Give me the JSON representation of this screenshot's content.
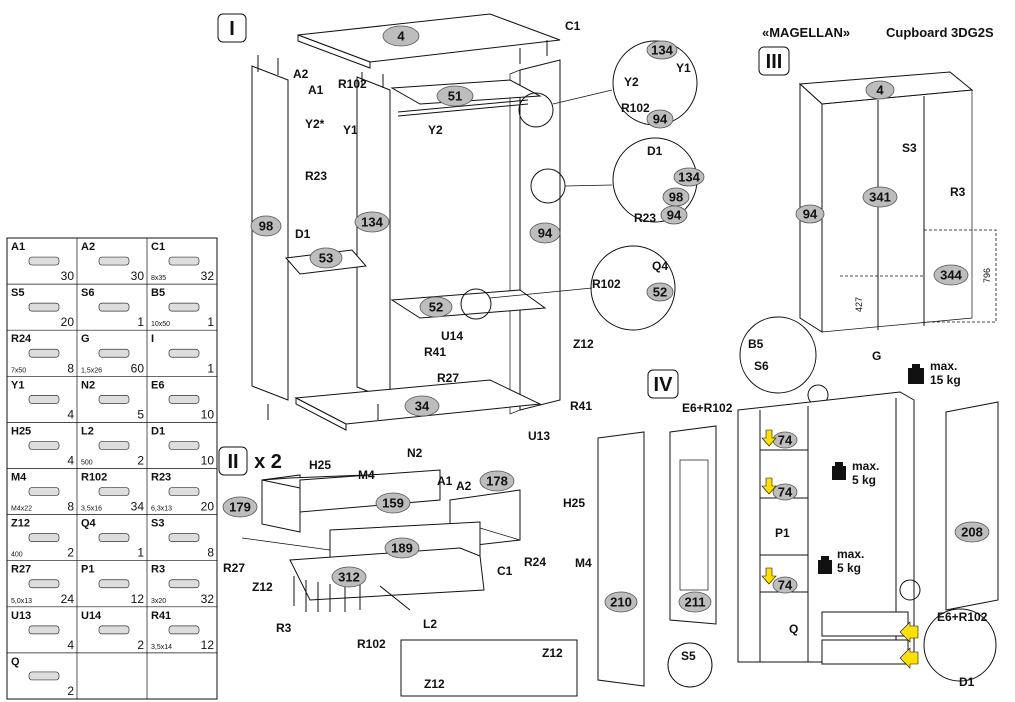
{
  "header": {
    "brand": "«MAGELLAN»",
    "product": "Cupboard 3DG2S"
  },
  "sections": {
    "s1": "I",
    "s2": "II",
    "s2_mult": "x 2",
    "s3": "III",
    "s4": "IV"
  },
  "parts_table": [
    {
      "code": "A1",
      "qty": "30",
      "size": ""
    },
    {
      "code": "A2",
      "qty": "30",
      "size": ""
    },
    {
      "code": "C1",
      "qty": "32",
      "size": "8x35"
    },
    {
      "code": "S5",
      "qty": "20",
      "size": ""
    },
    {
      "code": "S6",
      "qty": "1",
      "size": ""
    },
    {
      "code": "B5",
      "qty": "1",
      "size": "10x50"
    },
    {
      "code": "R24",
      "qty": "8",
      "size": "7x50"
    },
    {
      "code": "G",
      "qty": "60",
      "size": "1,5x26"
    },
    {
      "code": "I",
      "qty": "1",
      "size": ""
    },
    {
      "code": "Y1",
      "qty": "4",
      "size": ""
    },
    {
      "code": "N2",
      "qty": "5",
      "size": ""
    },
    {
      "code": "E6",
      "qty": "10",
      "size": ""
    },
    {
      "code": "H25",
      "qty": "4",
      "size": ""
    },
    {
      "code": "L2",
      "qty": "2",
      "size": "500"
    },
    {
      "code": "D1",
      "qty": "10",
      "size": ""
    },
    {
      "code": "M4",
      "qty": "8",
      "size": "M4x22"
    },
    {
      "code": "R102",
      "qty": "34",
      "size": "3,5x16"
    },
    {
      "code": "R23",
      "qty": "20",
      "size": "6,3x13"
    },
    {
      "code": "Z12",
      "qty": "2",
      "size": "400"
    },
    {
      "code": "Q4",
      "qty": "1",
      "size": ""
    },
    {
      "code": "S3",
      "qty": "8",
      "size": ""
    },
    {
      "code": "R27",
      "qty": "24",
      "size": "5,0x13"
    },
    {
      "code": "P1",
      "qty": "12",
      "size": ""
    },
    {
      "code": "R3",
      "qty": "32",
      "size": "3x20"
    },
    {
      "code": "U13",
      "qty": "4",
      "size": ""
    },
    {
      "code": "U14",
      "qty": "2",
      "size": ""
    },
    {
      "code": "R41",
      "qty": "12",
      "size": "3,5x14"
    },
    {
      "code": "Q",
      "qty": "2",
      "size": ""
    }
  ],
  "panels": {
    "p4": "4",
    "p51": "51",
    "p98": "98",
    "p134": "134",
    "p94": "94",
    "p53": "53",
    "p52": "52",
    "p34": "34",
    "p159": "159",
    "p178": "178",
    "p179": "179",
    "p189": "189",
    "p312": "312",
    "p341": "341",
    "p344": "344",
    "p74": "74",
    "p208": "208",
    "p210": "210",
    "p211": "211"
  },
  "labels": {
    "C1": "C1",
    "A2": "A2",
    "A1": "A1",
    "R102": "R102",
    "Y2s": "Y2*",
    "Y1": "Y1",
    "Y2": "Y2",
    "R23": "R23",
    "D1": "D1",
    "U14": "U14",
    "R41": "R41",
    "R27": "R27",
    "Z12": "Z12",
    "U13": "U13",
    "N2": "N2",
    "Q4": "Q4",
    "H25": "H25",
    "M4": "M4",
    "R24": "R24",
    "R3": "R3",
    "L2": "L2",
    "S3": "S3",
    "G": "G",
    "B5": "B5",
    "S6": "S6",
    "E6R102": "E6+R102",
    "P1": "P1",
    "Q": "Q",
    "S5": "S5"
  },
  "weights": {
    "w15": "max.",
    "w15v": "15 kg",
    "w5a": "max.",
    "w5av": "5 kg",
    "w5b": "max.",
    "w5bv": "5 kg"
  },
  "dims": {
    "d796": "796",
    "d427": "427"
  }
}
